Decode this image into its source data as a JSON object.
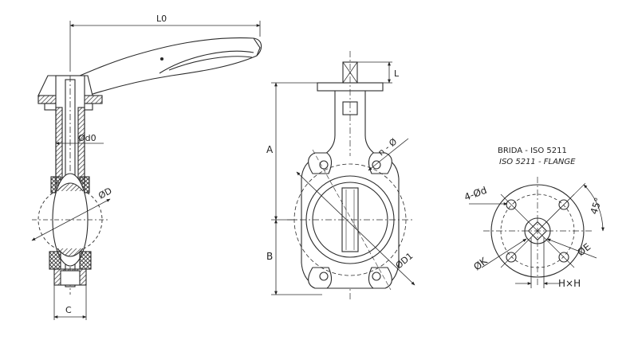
{
  "labels": {
    "L0": "L0",
    "d0": "Ød0",
    "D": "ØD",
    "C": "C",
    "L": "L",
    "A": "A",
    "B": "B",
    "n_phi": "n - Ø",
    "D1": "ØD1",
    "four_d": "4-Ød",
    "K": "ØK",
    "E": "ØE",
    "HxH": "H×H",
    "angle": "45°"
  },
  "notes": {
    "brida": "BRIDA - ISO 5211",
    "flange": "ISO 5211 - FLANGE"
  },
  "colors": {
    "stroke": "#2b2b2b",
    "hatch": "#333333",
    "background": "#ffffff"
  }
}
